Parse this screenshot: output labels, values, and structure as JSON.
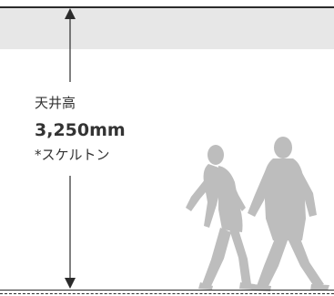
{
  "dimension": {
    "label": "天井高",
    "value": "3,250mm",
    "note": "*スケルトン"
  },
  "colors": {
    "ceiling_band": "#e7e7e7",
    "line": "#2b2b2b",
    "silhouette": "#bdbdbd"
  },
  "icons": [
    "arrow-up-icon",
    "arrow-down-icon",
    "walking-people-silhouette"
  ]
}
